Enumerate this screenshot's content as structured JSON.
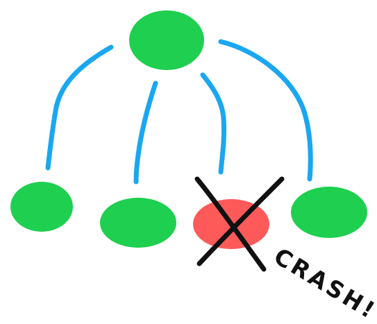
{
  "diagram": {
    "root": {
      "status": "ok",
      "color": "#1fcf4f"
    },
    "children": [
      {
        "status": "ok",
        "color": "#1fcf4f"
      },
      {
        "status": "ok",
        "color": "#1fcf4f"
      },
      {
        "status": "crashed",
        "color": "#ff5a5a"
      },
      {
        "status": "ok",
        "color": "#1fcf4f"
      }
    ],
    "connector_color": "#1aa7f0",
    "crash_mark_color": "#111111",
    "crash_label": "CRASH!"
  }
}
